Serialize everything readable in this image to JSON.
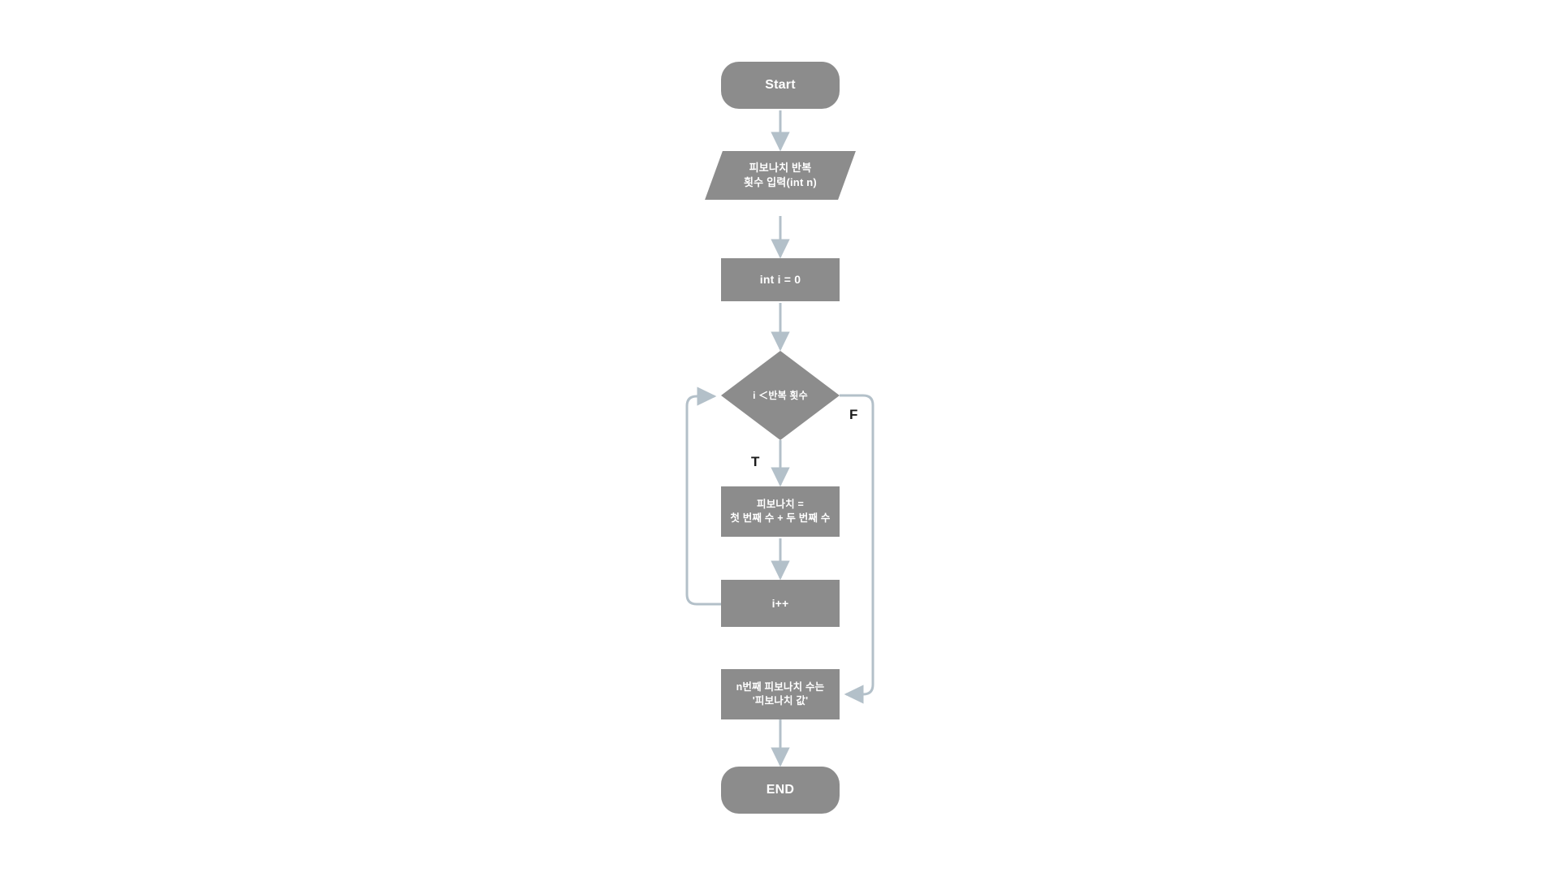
{
  "diagram": {
    "title": "Fibonacci iteration flowchart",
    "colors": {
      "node_fill": "#8c8c8c",
      "node_text": "#ffffff",
      "connector": "#b3c0c9",
      "label_text": "#1a1a1a",
      "background": "#ffffff"
    },
    "nodes": [
      {
        "id": "start",
        "shape": "terminator",
        "label": "Start"
      },
      {
        "id": "input",
        "shape": "parallelogram",
        "label": "피보나치 반복\n횟수 입력(int n)"
      },
      {
        "id": "init",
        "shape": "rectangle",
        "label": "int i = 0"
      },
      {
        "id": "condition",
        "shape": "diamond",
        "label": "i ＜반복 횟수"
      },
      {
        "id": "compute",
        "shape": "rectangle",
        "label": "피보나치 =\n첫 번째 수 + 두 번째 수"
      },
      {
        "id": "increment",
        "shape": "rectangle",
        "label": "i++"
      },
      {
        "id": "output",
        "shape": "rectangle",
        "label": "n번째 피보나치 수는\n'피보나치 값'"
      },
      {
        "id": "end",
        "shape": "terminator",
        "label": "END"
      }
    ],
    "branch_labels": {
      "true": "T",
      "false": "F"
    },
    "edges": [
      {
        "from": "start",
        "to": "input",
        "label": ""
      },
      {
        "from": "input",
        "to": "init",
        "label": ""
      },
      {
        "from": "init",
        "to": "condition",
        "label": ""
      },
      {
        "from": "condition",
        "to": "compute",
        "label": "T"
      },
      {
        "from": "compute",
        "to": "increment",
        "label": ""
      },
      {
        "from": "increment",
        "to": "condition",
        "label": ""
      },
      {
        "from": "condition",
        "to": "output",
        "label": "F"
      },
      {
        "from": "output",
        "to": "end",
        "label": ""
      }
    ]
  }
}
